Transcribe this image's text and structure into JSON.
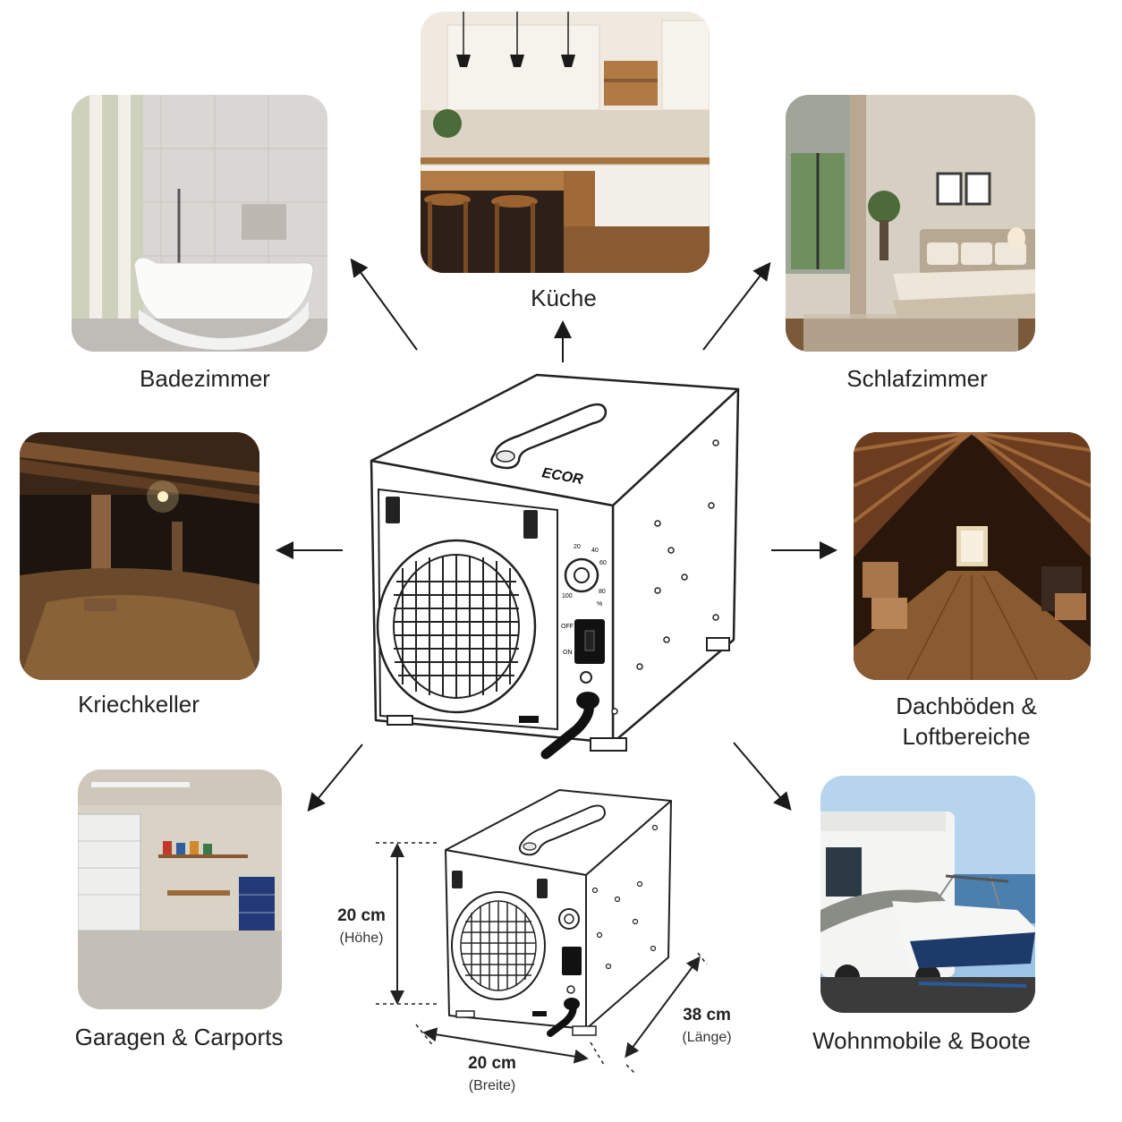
{
  "rooms": {
    "kitchen": {
      "label": "Küche"
    },
    "bathroom": {
      "label": "Badezimmer"
    },
    "bedroom": {
      "label": "Schlafzimmer"
    },
    "crawlspace": {
      "label": "Kriechkeller"
    },
    "attic": {
      "label_line1": "Dachböden &",
      "label_line2": "Loftbereiche"
    },
    "garage": {
      "label": "Garagen & Carports"
    },
    "rv_boat": {
      "label": "Wohnmobile & Boote"
    }
  },
  "device": {
    "brand": "ECOR",
    "humidity_dial": [
      "20",
      "40",
      "60",
      "80",
      "100",
      "%"
    ],
    "switch_labels": [
      "OFF",
      "ON"
    ]
  },
  "dimensions": {
    "height": {
      "value": "20 cm",
      "label": "(Höhe)"
    },
    "width": {
      "value": "20 cm",
      "label": "(Breite)"
    },
    "length": {
      "value": "38 cm",
      "label": "(Länge)"
    }
  },
  "colors": {
    "arrow": "#1a1a1a",
    "wood": "#8a5a32",
    "outline": "#222222"
  }
}
